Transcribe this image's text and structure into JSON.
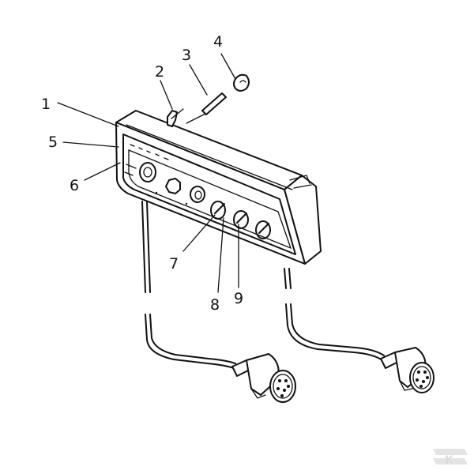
{
  "callouts": [
    {
      "id": "1",
      "label": "1"
    },
    {
      "id": "2",
      "label": "2"
    },
    {
      "id": "3",
      "label": "3"
    },
    {
      "id": "4",
      "label": "4"
    },
    {
      "id": "5",
      "label": "5"
    },
    {
      "id": "6",
      "label": "6"
    },
    {
      "id": "7",
      "label": "7"
    },
    {
      "id": "8",
      "label": "8"
    },
    {
      "id": "9",
      "label": "9"
    }
  ],
  "watermark": {
    "text": "K"
  },
  "colors": {
    "line": "#111111",
    "background": "#ffffff",
    "watermark": "#dcdcdc"
  }
}
